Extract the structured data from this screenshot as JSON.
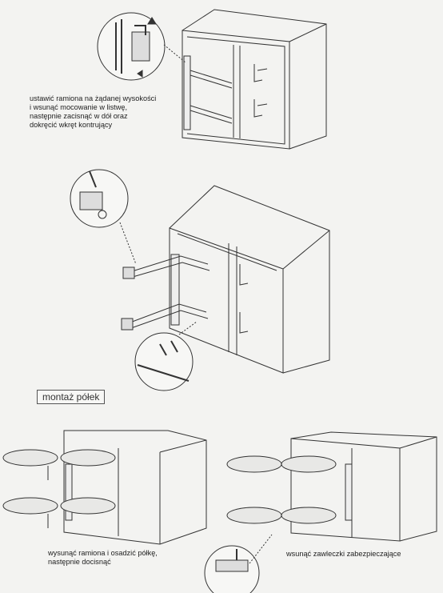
{
  "steps": {
    "step1_caption": "ustawić ramiona na żądanej wysokości\ni wsunąć mocowanie w listwę,\nnastępnie zacisnąć w dół oraz\ndokręcić wkręt kontrujący",
    "step3_caption": "wysunąć ramiona i osadzić półkę,\nnastępnie docisnąć",
    "step4_caption": "wsunąć zawleczki zabezpieczające"
  },
  "section": {
    "label": "montaż półek"
  }
}
